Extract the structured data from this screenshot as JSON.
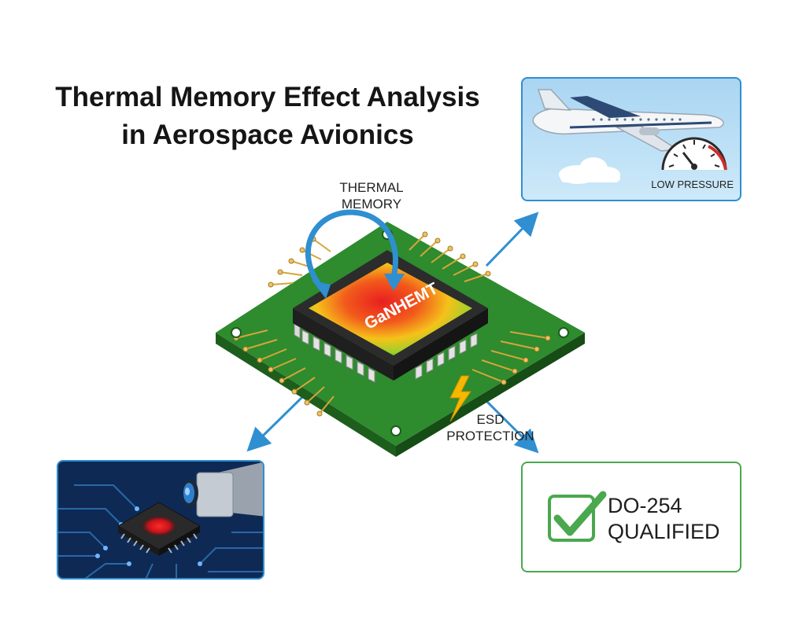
{
  "title": {
    "line1": "Thermal Memory Effect Analysis",
    "line2": "in Aerospace Avionics"
  },
  "chip": {
    "label_line1": "GaN",
    "label_line2": "HEMT"
  },
  "labels": {
    "thermal_memory_line1": "THERMAL",
    "thermal_memory_line2": "MEMORY",
    "esd_line1": "ESD",
    "esd_line2": "PROTECTION"
  },
  "panels": {
    "flight": {
      "pressure_label": "LOW PRESSURE"
    },
    "qualification": {
      "line1": "DO-254",
      "line2": "QUALIFIED"
    }
  },
  "colors": {
    "pcb": "#2e8b2e",
    "arrow": "#2f8fd1",
    "check": "#4aa84f",
    "bolt": "#f5b800"
  },
  "icons": [
    "airplane-icon",
    "cloud-icon",
    "gauge-icon",
    "checkmark-icon",
    "lightning-icon",
    "camera-icon"
  ]
}
